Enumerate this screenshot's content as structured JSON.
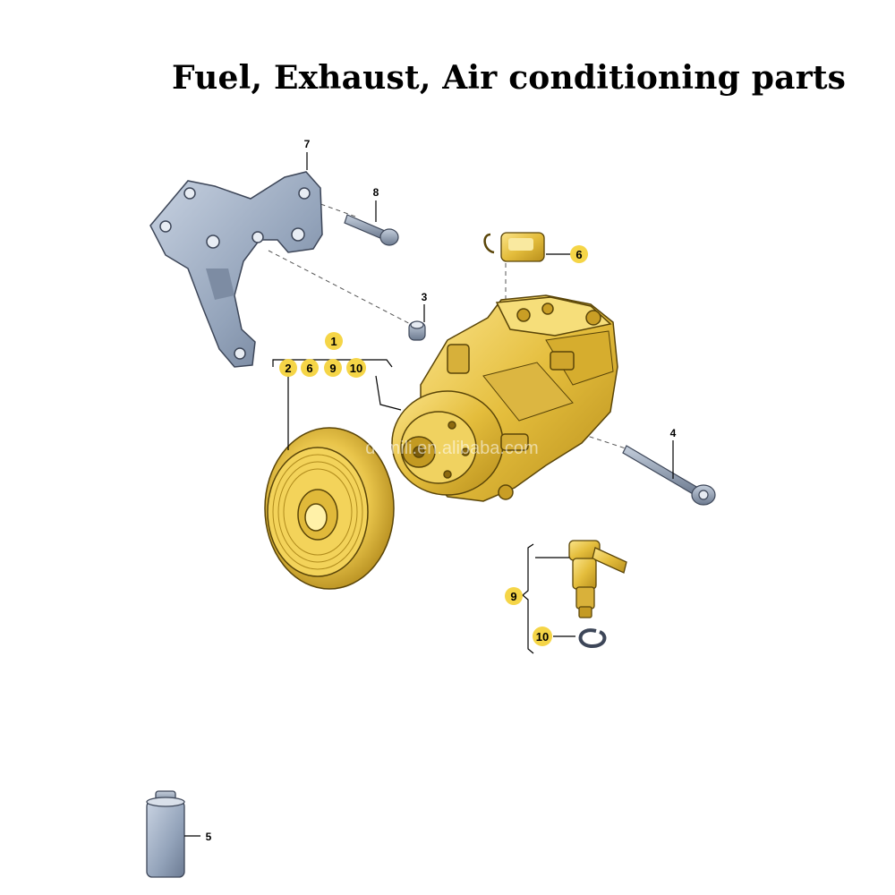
{
  "title": "Fuel, Exhaust, Air conditioning parts",
  "watermark": "domili.en.alibaba.com",
  "callouts": {
    "c1": "1",
    "c2": "2",
    "c3": "3",
    "c4": "4",
    "c5": "5",
    "c6": "6",
    "c6b": "6",
    "c7": "7",
    "c8": "8",
    "c9": "9",
    "c9b": "9",
    "c10": "10",
    "c10b": "10"
  },
  "colors": {
    "part_yellow": "#e8c54a",
    "part_gray": "#9aa9bf",
    "highlight_badge": "#f5d547",
    "outline": "#3a2e08"
  }
}
